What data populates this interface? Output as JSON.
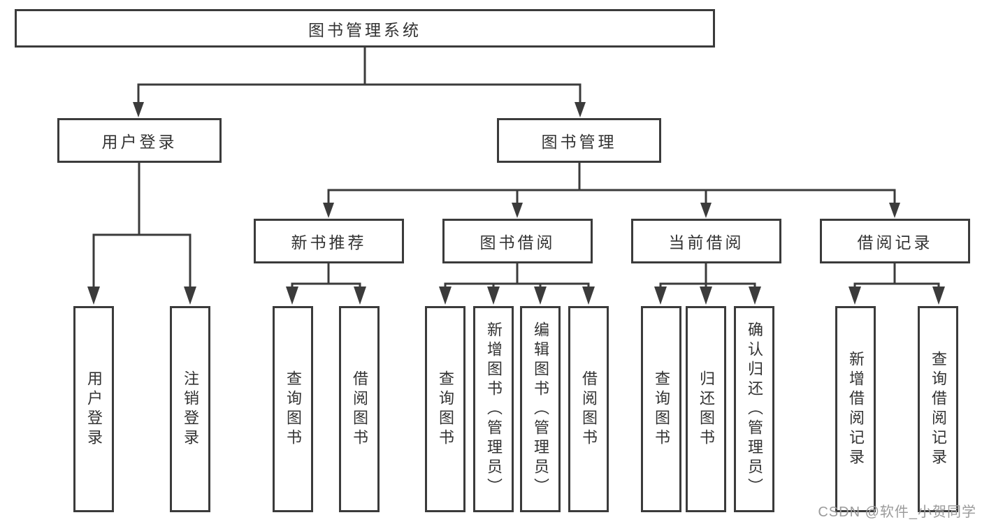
{
  "diagram": {
    "root": {
      "label": "图书管理系统"
    },
    "level2": [
      {
        "label": "用户登录"
      },
      {
        "label": "图书管理"
      }
    ],
    "level3": [
      {
        "label": "新书推荐"
      },
      {
        "label": "图书借阅"
      },
      {
        "label": "当前借阅"
      },
      {
        "label": "借阅记录"
      }
    ],
    "leaves": [
      {
        "label": "用户登录"
      },
      {
        "label": "注销登录"
      },
      {
        "label": "查询图书"
      },
      {
        "label": "借阅图书"
      },
      {
        "label": "查询图书"
      },
      {
        "label": "新增图书（管理员）"
      },
      {
        "label": "编辑图书（管理员）"
      },
      {
        "label": "借阅图书"
      },
      {
        "label": "查询图书"
      },
      {
        "label": "归还图书"
      },
      {
        "label": "确认归还（管理员）"
      },
      {
        "label": "新增借阅记录"
      },
      {
        "label": "查询借阅记录"
      }
    ]
  },
  "watermark": {
    "text": "CSDN @软件_小贺同学"
  },
  "colors": {
    "line": "#3b3b3b",
    "text": "#333333",
    "watermark": "#9b9b9b",
    "background": "#ffffff"
  }
}
